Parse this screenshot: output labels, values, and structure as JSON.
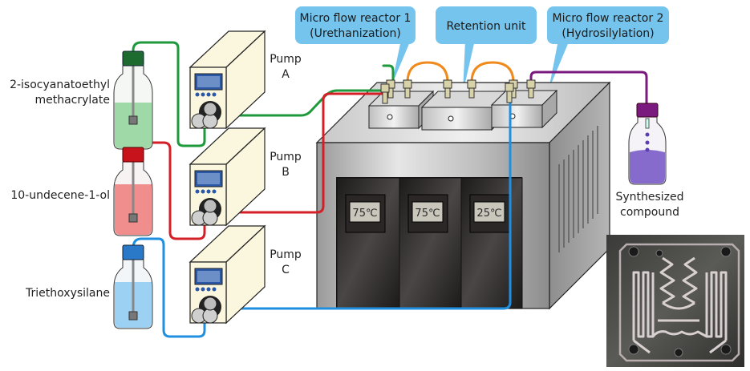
{
  "callouts": [
    {
      "line1": "Micro flow reactor 1",
      "line2": "(Urethanization)"
    },
    {
      "line1": "Retention unit",
      "line2": ""
    },
    {
      "line1": "Micro flow reactor 2",
      "line2": "(Hydrosilylation)"
    }
  ],
  "reagents": [
    {
      "line1": "2-isocyanatoethyl",
      "line2": "methacrylate",
      "color": "#1e9a3c",
      "liquid": "#8fd49a"
    },
    {
      "line1": "10-undecene-1-ol",
      "line2": "",
      "color": "#d41f26",
      "liquid": "#ef7a7a"
    },
    {
      "line1": "Triethoxysilane",
      "line2": "",
      "color": "#1f8fe0",
      "liquid": "#8ccaf2"
    }
  ],
  "pumps": [
    {
      "line1": "Pump",
      "line2": "A"
    },
    {
      "line1": "Pump",
      "line2": "B"
    },
    {
      "line1": "Pump",
      "line2": "C"
    }
  ],
  "temperatures": [
    "75℃",
    "75℃",
    "25℃"
  ],
  "product": {
    "line1": "Synthesized",
    "line2": "compound",
    "color": "#7b1a7e",
    "liquid": "#7a5cc8"
  },
  "colors": {
    "callout": "#74c4ee",
    "transfer_tube": "#f08a1c",
    "pump_body": "#fbf7df",
    "oven_front": "#2a2626"
  }
}
